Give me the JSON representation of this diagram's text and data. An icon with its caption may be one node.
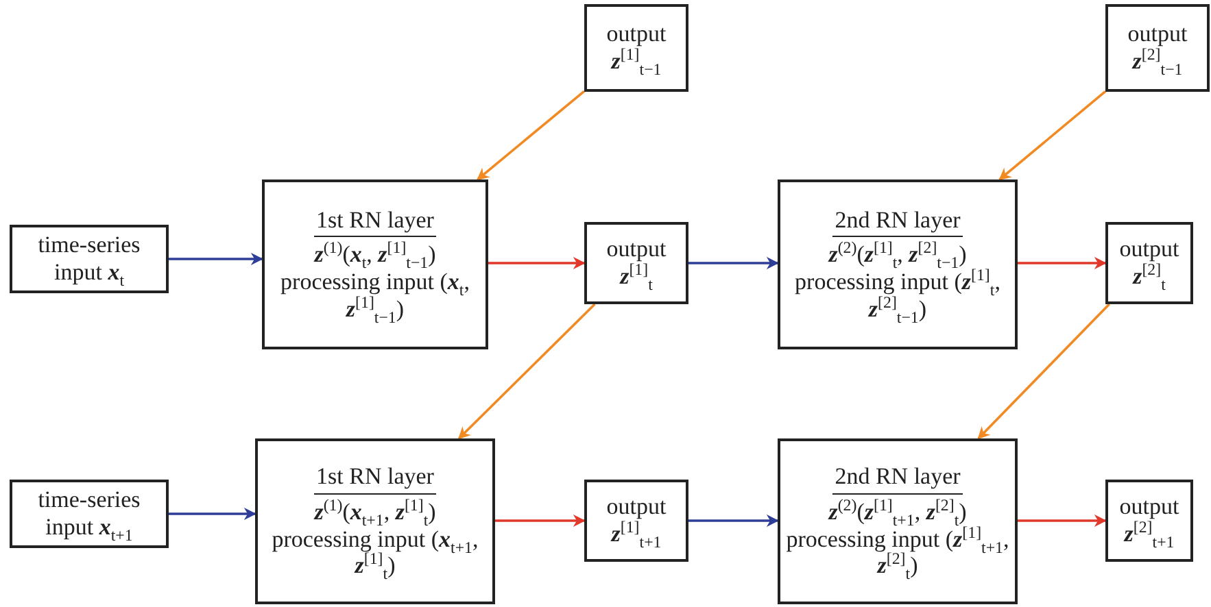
{
  "diagram": {
    "nodes": [
      {
        "text": [
          "output **z**$^{[1]}$$_{t−1}$"
        ]
      },
      {
        "text": [
          "output **z**$^{[2]}$$_{t−1}$"
        ]
      },
      {
        "text": [
          "time-series input **x**$_{t}$"
        ]
      },
      {
        "text": [
          "1st RN layer",
          "**z**$^{(1)}$(**x**$_{t}$, **z**$^{[1]}$$_{t−1}$)",
          "processing input (**x**$_{t}$, **z**$^{[1]}$$_{t−1}$)"
        ]
      },
      {
        "text": [
          "output **z**$^{[1]}$$_{t}$"
        ]
      },
      {
        "text": [
          "2nd RN layer",
          "**z**$^{(2)}$(**z**$^{[1]}$$_{t}$, **z**$^{[2]}$$_{t−1}$)",
          "processing input (**z**$^{[1]}$$_{t}$, **z**$^{[2]}$$_{t−1}$)"
        ]
      },
      {
        "text": [
          "output **z**$^{[2]}$$_{t}$"
        ]
      },
      {
        "text": [
          "time-series input **x**$_{t+1}$"
        ]
      },
      {
        "text": [
          "1st RN layer",
          "**z**$^{(1)}$(**x**$_{t+1}$, **z**$^{[1]}$$_{t}$)",
          "processing input (**x**$_{t+1}$, **z**$^{[1]}$$_{t}$)"
        ]
      },
      {
        "text": [
          "output **z**$^{[1]}$$_{t+1}$"
        ]
      },
      {
        "text": [
          "2nd RN layer",
          "**z**$^{(2)}$(**z**$^{[1]}$$_{t+1}$, **z**$^{[2]}$$_{t}$)",
          "processing input (**z**$^{[1]}$$_{t+1}$, **z**$^{[2]}$$_{t}$)"
        ]
      },
      {
        "text": [
          "output **z**$^{[2]}$$_{t+1}$"
        ]
      }
    ],
    "edges": [
      {
        "from": 2,
        "to": 3,
        "arrow": "to",
        "color": "#2e3d98"
      },
      {
        "from": 3,
        "to": 4,
        "arrow": "to",
        "color": "#e0392b"
      },
      {
        "from": 4,
        "to": 5,
        "arrow": "to",
        "color": "#2e3d98"
      },
      {
        "from": 5,
        "to": 6,
        "arrow": "to",
        "color": "#e0392b"
      },
      {
        "from": 0,
        "to": 3,
        "arrow": "to",
        "color": "#f28a24"
      },
      {
        "from": 1,
        "to": 5,
        "arrow": "to",
        "color": "#f28a24"
      },
      {
        "from": 4,
        "to": 8,
        "arrow": "to",
        "color": "#f28a24"
      },
      {
        "from": 6,
        "to": 10,
        "arrow": "to",
        "color": "#f28a24"
      },
      {
        "from": 7,
        "to": 8,
        "arrow": "to",
        "color": "#2e3d98"
      },
      {
        "from": 8,
        "to": 9,
        "arrow": "to",
        "color": "#e0392b"
      },
      {
        "from": 9,
        "to": 10,
        "arrow": "to",
        "color": "#2e3d98"
      },
      {
        "from": 10,
        "to": 11,
        "arrow": "to",
        "color": "#e0392b"
      }
    ]
  }
}
